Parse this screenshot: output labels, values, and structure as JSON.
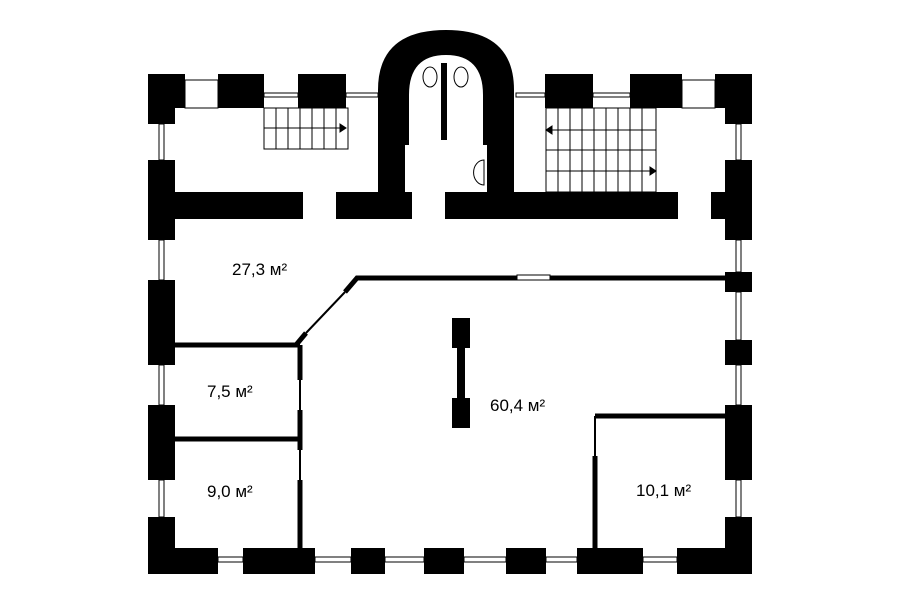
{
  "plan": {
    "wall_color": "#000000",
    "background": "#ffffff",
    "rooms": [
      {
        "id": "corridor",
        "area": "27,3 м²"
      },
      {
        "id": "small-room-1",
        "area": "7,5 м²"
      },
      {
        "id": "small-room-2",
        "area": "9,0 м²"
      },
      {
        "id": "main-hall",
        "area": "60,4 м²"
      },
      {
        "id": "corner-room",
        "area": "10,1 м²"
      }
    ]
  }
}
